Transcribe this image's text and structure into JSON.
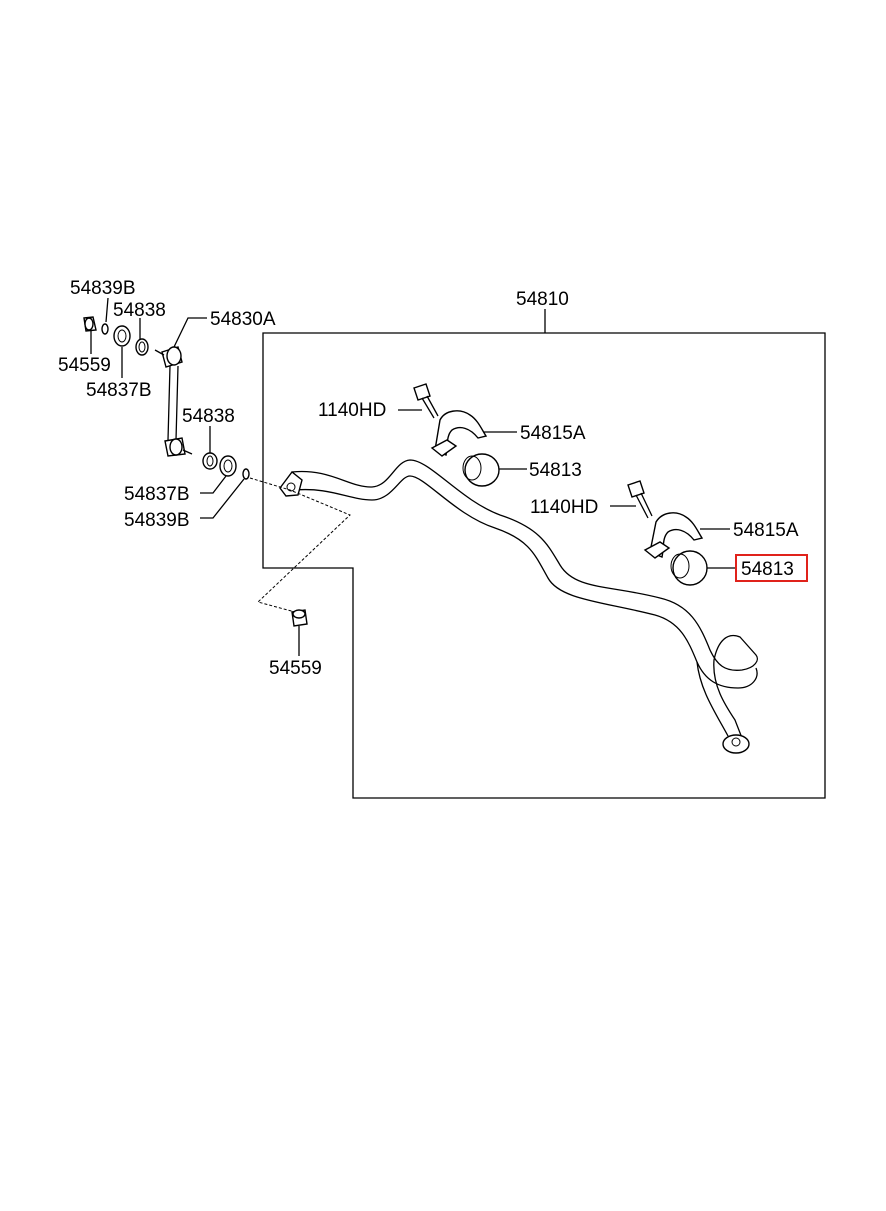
{
  "labels": {
    "stabilizer_bar": "54810",
    "link_left": "54830A",
    "nut_upper": "54559",
    "nut_lower": "54559",
    "washer_upper": "54839B",
    "washer_lower": "54839B",
    "cup_upper": "54837B",
    "cup_lower": "54837B",
    "bushing_link_upper": "54838",
    "bushing_link_lower": "54838",
    "bolt_left": "1140HD",
    "bolt_right": "1140HD",
    "bracket_left": "54815A",
    "bracket_right": "54815A",
    "bushing_bar_left": "54813",
    "bushing_bar_right": "54813"
  },
  "highlight": {
    "target": "bushing_bar_right",
    "color": "#e0221b"
  },
  "colors": {
    "line": "#000000",
    "background": "#ffffff"
  }
}
